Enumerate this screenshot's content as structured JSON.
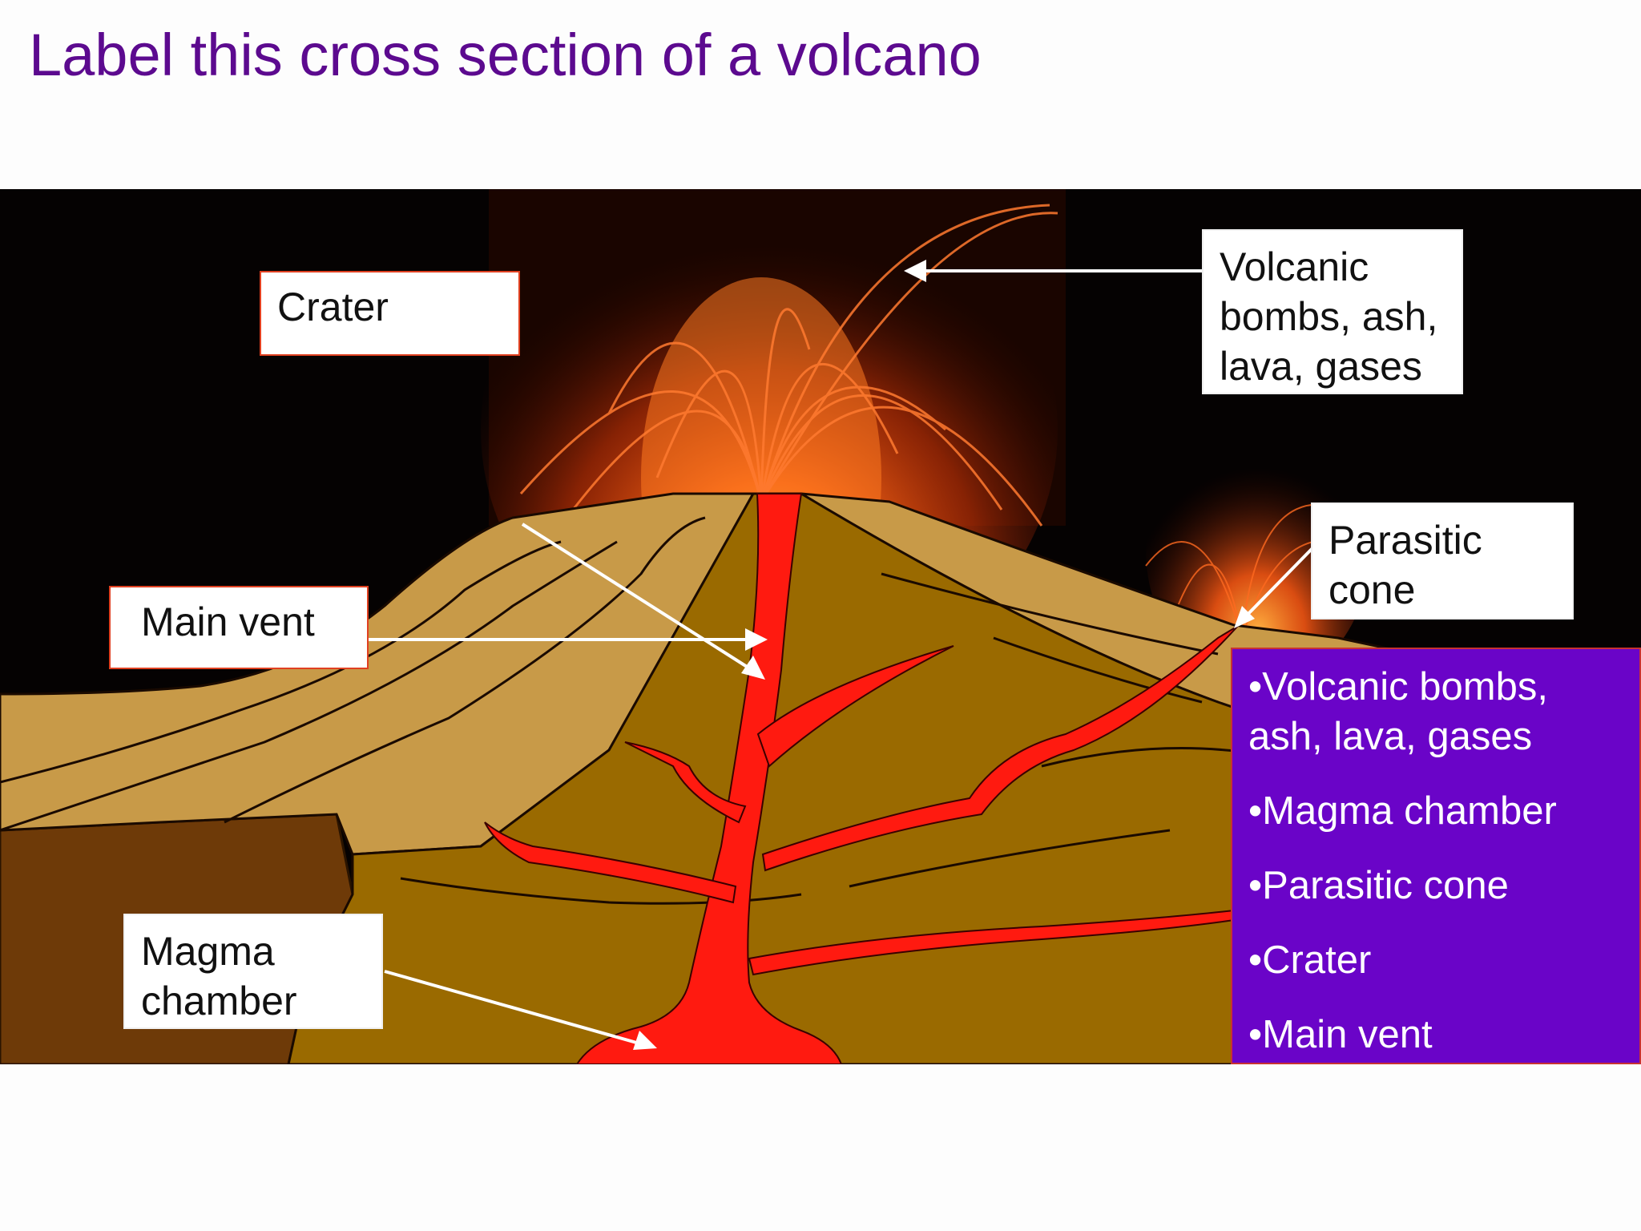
{
  "slide": {
    "title": "Label this cross section of a volcano"
  },
  "labels": {
    "crater": "Crater",
    "main_vent": "Main vent",
    "magma_chamber": "Magma\nchamber",
    "volcanic_bombs": "Volcanic\nbombs, ash,\nlava, gases",
    "parasitic_cone": "Parasitic\ncone"
  },
  "word_bank": {
    "bullet": "•",
    "items": [
      "Volcanic bombs, ash, lava, gases",
      "Magma chamber",
      "Parasitic cone",
      "Crater",
      "Main vent"
    ]
  },
  "colors": {
    "title": "#5c0a8f",
    "sky": "#050202",
    "eruption": "#ff5a14",
    "magma": "#ff1a10",
    "cone_light": "#c89a48",
    "cone_dark": "#9a6a00",
    "ground_dark": "#6e3a08",
    "word_bank_bg": "#6a04c8"
  }
}
